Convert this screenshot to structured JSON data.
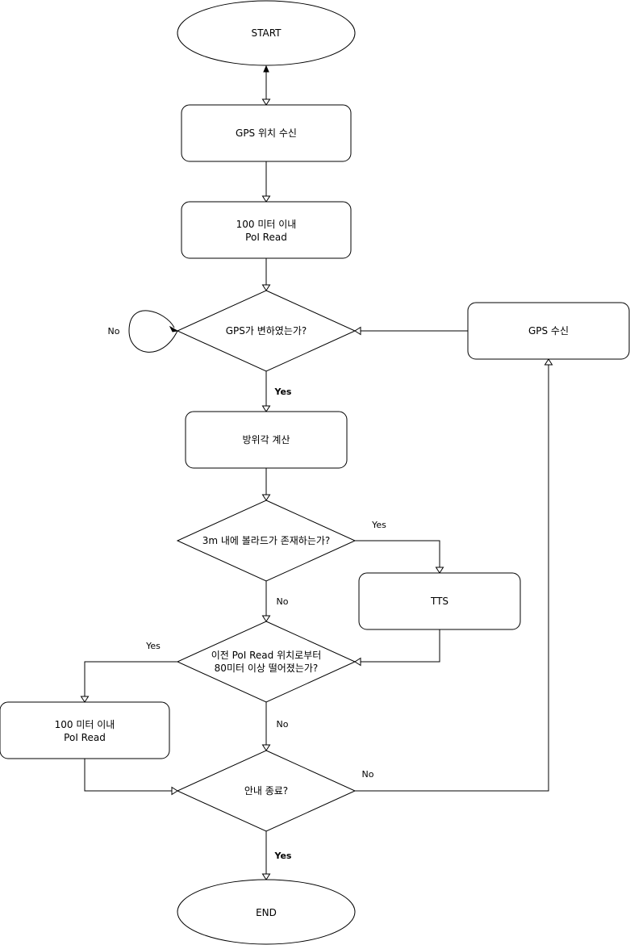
{
  "nodes": {
    "start": "START",
    "gps_receive_position": "GPS 위치 수신",
    "poi_read_1_line1": "100 미터 이내",
    "poi_read_1_line2": "PoI Read",
    "gps_changed": "GPS가 변하였는가?",
    "gps_receive": "GPS 수신",
    "azimuth": "방위각 계산",
    "bollard_check": "3m 내에 볼라드가 존재하는가?",
    "tts": "TTS",
    "distance_check_line1": "이전 PoI Read 위치로부터",
    "distance_check_line2": "80미터 이상 떨어졌는가?",
    "poi_read_2_line1": "100 미터 이내",
    "poi_read_2_line2": "PoI Read",
    "guide_end": "안내 종료?",
    "end": "END"
  },
  "edges": {
    "gps_changed_no": "No",
    "gps_changed_yes": "Yes",
    "bollard_yes": "Yes",
    "bollard_no": "No",
    "distance_yes": "Yes",
    "distance_no": "No",
    "guide_end_no": "No",
    "guide_end_yes": "Yes"
  }
}
